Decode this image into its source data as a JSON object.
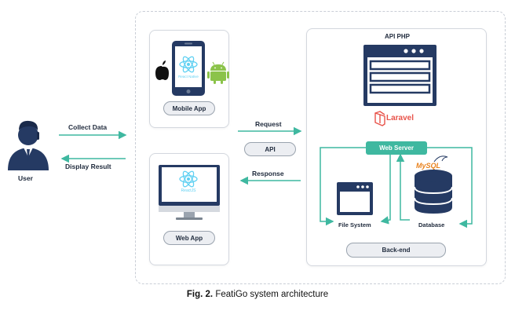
{
  "user": {
    "label": "User"
  },
  "arrows": {
    "collect": "Collect Data",
    "display": "Display Result",
    "request": "Request",
    "response": "Response"
  },
  "api_pill": "API",
  "mobile": {
    "label": "Mobile App",
    "logo_text": "React Native"
  },
  "web": {
    "label": "Web App",
    "logo_text": "ReactJS"
  },
  "backend": {
    "title": "API PHP",
    "framework": "Laravel",
    "web_server": "Web Server",
    "file_system": "File System",
    "database": "Database",
    "database_brand": "MySQL",
    "footer": "Back-end"
  },
  "caption": {
    "prefix": "Fig. 2.",
    "text": "FeatiGo system architecture"
  },
  "colors": {
    "navy": "#253a63",
    "teal": "#3fb8a0",
    "laravel": "#e8534a",
    "react": "#5fd0f2",
    "android": "#8bc34a"
  }
}
